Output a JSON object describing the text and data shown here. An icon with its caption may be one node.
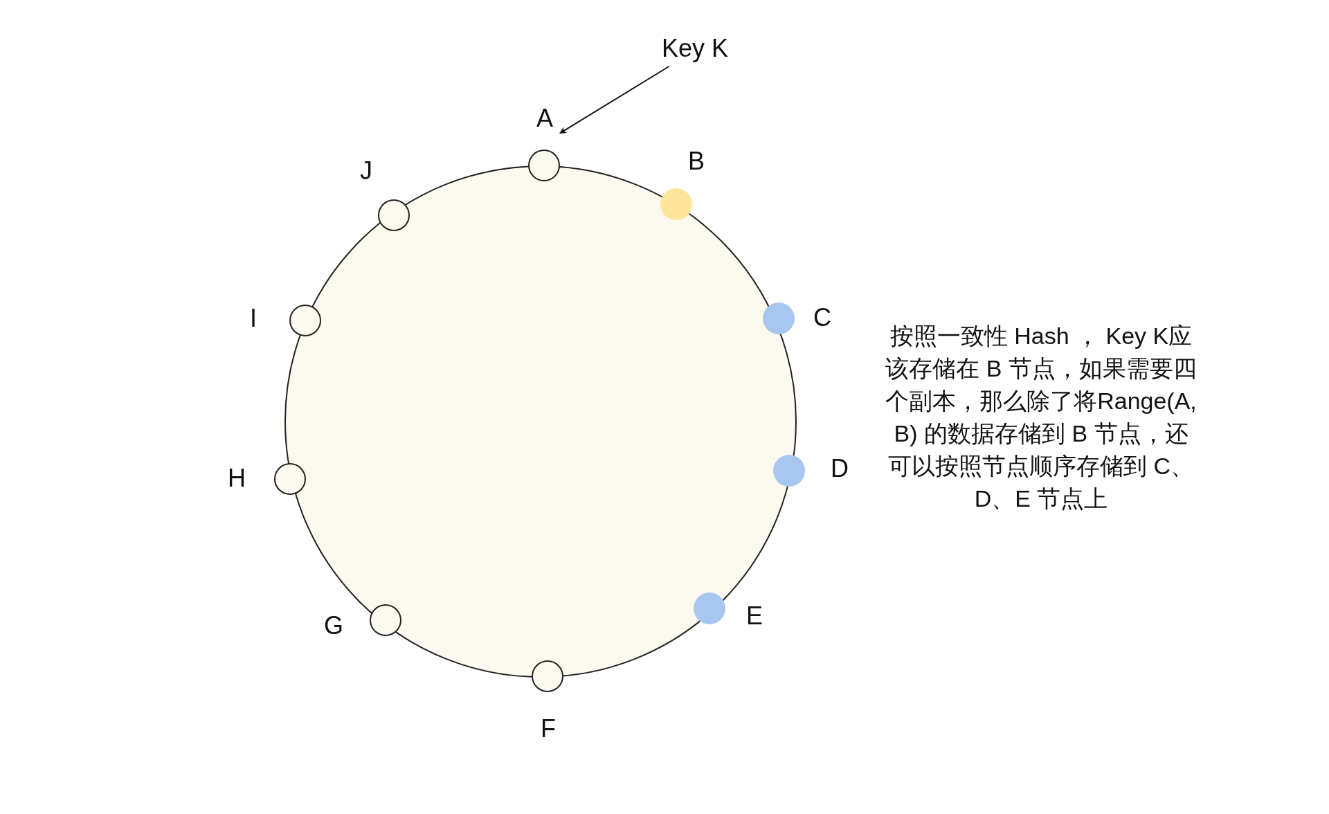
{
  "diagram": {
    "nodes": [
      {
        "text": [
          "A"
        ]
      },
      {
        "text": [
          "B"
        ]
      },
      {
        "text": [
          "C"
        ]
      },
      {
        "text": [
          "D"
        ]
      },
      {
        "text": [
          "E"
        ]
      },
      {
        "text": [
          "F"
        ]
      },
      {
        "text": [
          "G"
        ]
      },
      {
        "text": [
          "H"
        ]
      },
      {
        "text": [
          "I"
        ]
      },
      {
        "text": [
          "J"
        ]
      },
      {
        "text": [
          "Key K"
        ]
      }
    ],
    "edges": [
      {
        "from": 10,
        "to": 0,
        "arrow": "to"
      }
    ],
    "labels": [
      "按照一致性 Hash ， Key K应该存储在 B 节点，如果需要四个副本，那么除了将Range(A, B) 的数据存储到 B 节点，还可以按照节点顺序存储到 C、D、E 节点上"
    ]
  }
}
